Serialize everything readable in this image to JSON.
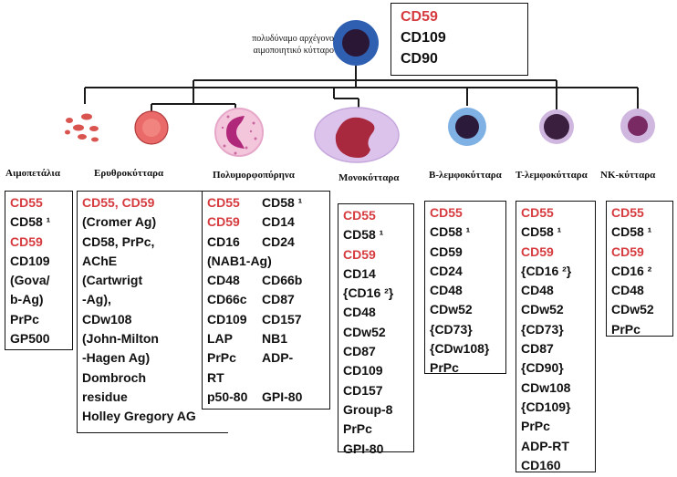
{
  "stem": {
    "label_line1": "πολυδύναμο αρχέγονο",
    "label_line2": "αιμοποιητικό κύτταρο",
    "markers": [
      "CD59",
      "CD109",
      "CD90"
    ]
  },
  "colors": {
    "highlight": "#d63b3f",
    "stem_ring": "#2f5fb0",
    "stem_core": "#2a1736"
  },
  "lineages": [
    {
      "name": "Αιμοπετάλια",
      "markers": [
        "CD55",
        "CD58 ¹",
        "CD59",
        "CD109",
        "(Gova/",
        "b-Ag)",
        "PrPc",
        "GP500"
      ]
    },
    {
      "name": "Ερυθροκύτταρα",
      "markers": [
        "CD55, CD59",
        "(Cromer Ag)",
        "CD58, PrPc,",
        "AChE",
        "(Cartwrigt",
        "-Ag),",
        "CDw108",
        "(John-Milton",
        "-Hagen Ag)",
        "Dombroch",
        "residue",
        "Holley Gregory AG"
      ]
    },
    {
      "name": "Πολυμορφοπύρηνα",
      "markers": [
        "CD55",
        "CD58 ¹",
        "CD59",
        "CD14",
        "CD16",
        "CD24",
        "(NAB1-Ag)",
        "CD48",
        "CD66b",
        "CD66c",
        "CD87",
        "CD109",
        "CD157",
        "LAP",
        "NB1",
        "PrPc",
        "ADP-",
        "RT",
        "p50-80",
        "GPI-80"
      ]
    },
    {
      "name": "Μονοκύτταρα",
      "markers": [
        "CD55",
        "CD58 ¹",
        "CD59",
        "CD14",
        "{CD16 ²}",
        "CD48",
        "CDw52",
        "CD87",
        "CD109",
        "CD157",
        "Group-8",
        "PrPc",
        "GPI-80"
      ]
    },
    {
      "name": "Β-λεμφοκύτταρα",
      "markers": [
        "CD55",
        "CD58 ¹",
        "CD59",
        "CD24",
        "CD48",
        "CDw52",
        "{CD73}",
        "{CDw108}",
        "PrPc"
      ]
    },
    {
      "name": "Τ-λεμφοκύτταρα",
      "markers": [
        "CD55",
        "CD58 ¹",
        "CD59",
        "{CD16 ²}",
        "CD48",
        "CDw52",
        "{CD73}",
        "CD87",
        "{CD90}",
        "CDw108",
        "{CD109}",
        "PrPc",
        "ADP-RT",
        "CD160"
      ]
    },
    {
      "name": "ΝΚ-κύτταρα",
      "markers": [
        "CD55",
        "CD58 ¹",
        "CD59",
        "CD16 ²",
        "CD48",
        "CDw52",
        "PrPc"
      ]
    }
  ]
}
